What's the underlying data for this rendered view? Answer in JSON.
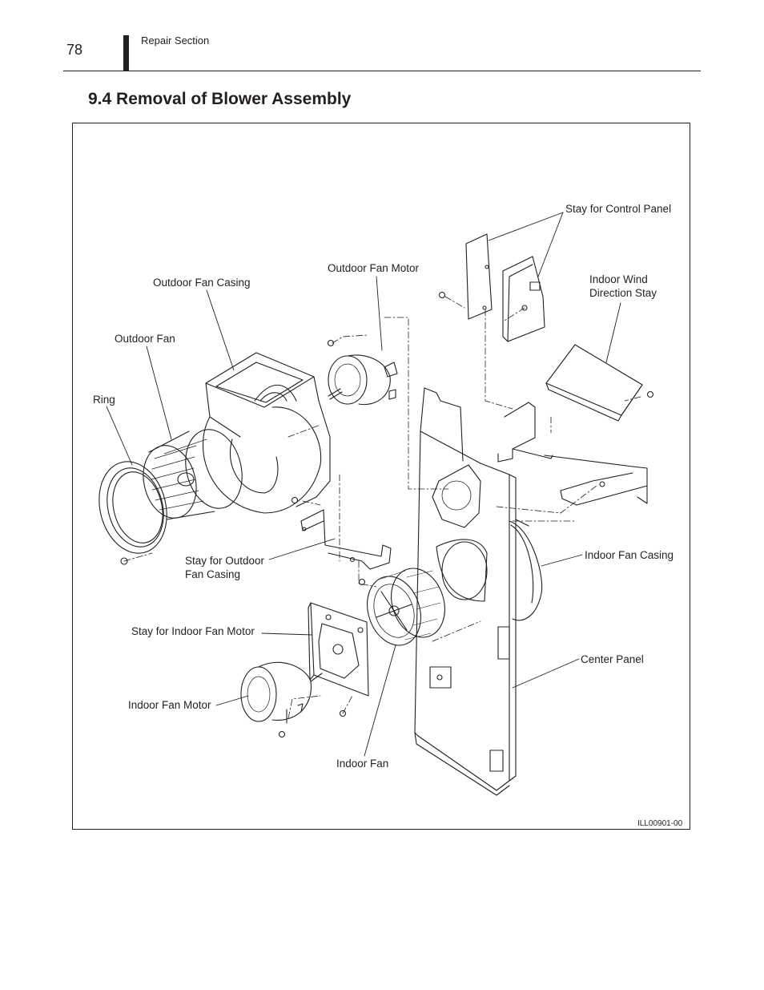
{
  "header": {
    "page_number": "78",
    "section": "Repair Section"
  },
  "heading": "9.4  Removal of Blower Assembly",
  "figure": {
    "labels": {
      "stay_for_control_panel": "Stay for Control Panel",
      "outdoor_fan_motor": "Outdoor Fan Motor",
      "outdoor_fan_casing": "Outdoor Fan Casing",
      "indoor_wind_direction_stay_line1": "Indoor Wind",
      "indoor_wind_direction_stay_line2": "Direction Stay",
      "outdoor_fan": "Outdoor Fan",
      "ring": "Ring",
      "stay_for_outdoor_fan_casing_line1": "Stay for Outdoor",
      "stay_for_outdoor_fan_casing_line2": "Fan Casing",
      "indoor_fan_casing": "Indoor Fan Casing",
      "stay_for_indoor_fan_motor": "Stay for Indoor Fan Motor",
      "center_panel": "Center Panel",
      "indoor_fan_motor": "Indoor Fan Motor",
      "indoor_fan": "Indoor Fan"
    },
    "code": "ILL00901-00"
  }
}
